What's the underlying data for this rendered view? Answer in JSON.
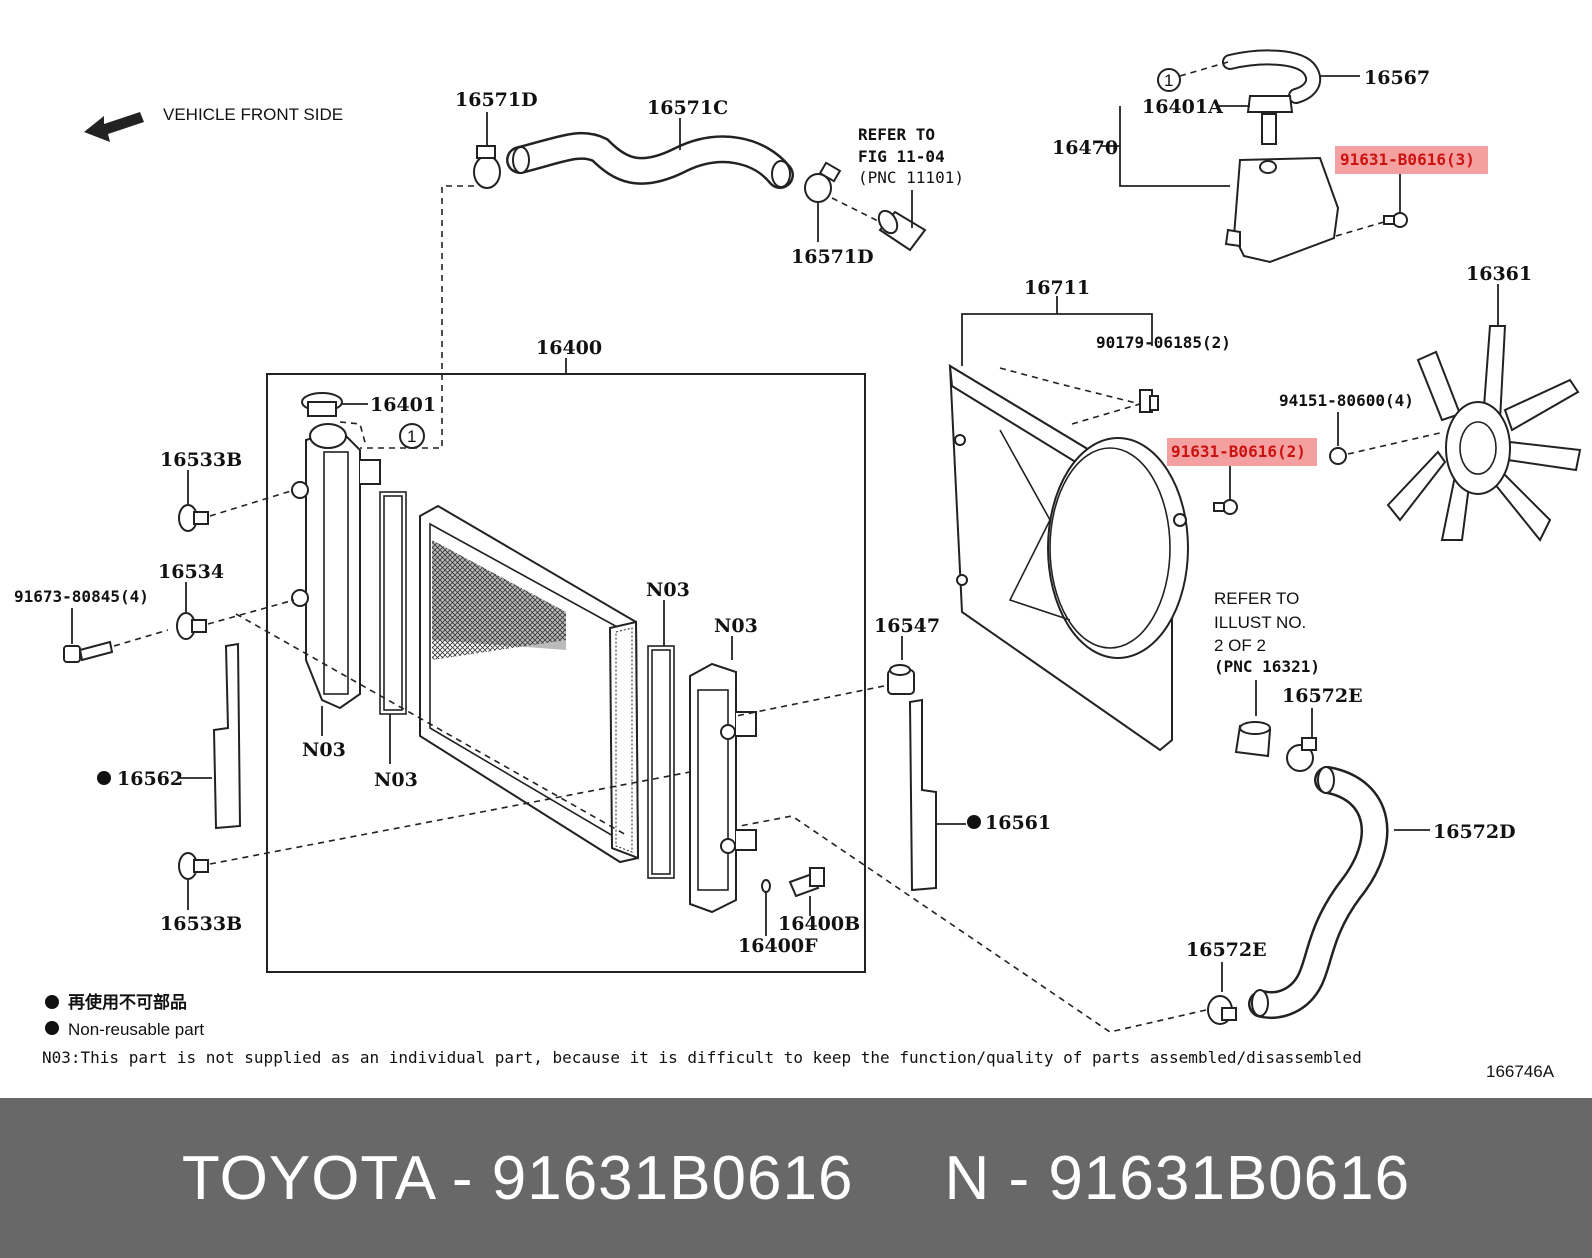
{
  "diagram": {
    "orientation_label": "VEHICLE FRONT SIDE",
    "drawing_number": "166746A",
    "circle_marker": "1",
    "labels": {
      "p16571D_top": "16571D",
      "p16571C": "16571C",
      "refer_fig_line1": "REFER TO",
      "refer_fig_line2": "FIG 11-04",
      "refer_fig_line3": "(PNC 11101)",
      "p16571D_bottom": "16571D",
      "p16567": "16567",
      "p16401A": "16401A",
      "p16470": "16470",
      "p91631_3": "91631-B0616(3)",
      "p16361": "16361",
      "p16711": "16711",
      "p90179": "90179-06185(2)",
      "p94151": "94151-80600(4)",
      "p91631_2": "91631-B0616(2)",
      "p16400": "16400",
      "p16401": "16401",
      "p16533B_top": "16533B",
      "p16534": "16534",
      "p91673": "91673-80845(4)",
      "n03_a": "N03",
      "n03_b": "N03",
      "n03_c": "N03",
      "n03_d": "N03",
      "p16562": "16562",
      "p16533B_bottom": "16533B",
      "p16547": "16547",
      "p16561": "16561",
      "p16400B": "16400B",
      "p16400F": "16400F",
      "refer_illust_line1": "REFER TO",
      "refer_illust_line2": "ILLUST NO.",
      "refer_illust_line3": "2 OF 2",
      "refer_illust_line4": "(PNC 16321)",
      "p16572E_top": "16572E",
      "p16572D": "16572D",
      "p16572E_bottom": "16572E"
    },
    "legend": {
      "jp": "再使用不可部品",
      "en": "Non-reusable part",
      "note": "N03:This part is not supplied as an individual part, because it is difficult to keep the function/quality of parts assembled/disassembled"
    },
    "highlight_color": "#f4a0a0"
  },
  "footer": {
    "text": "TOYOTA - 91631B0616     N - 91631B0616",
    "background": "#686868"
  }
}
